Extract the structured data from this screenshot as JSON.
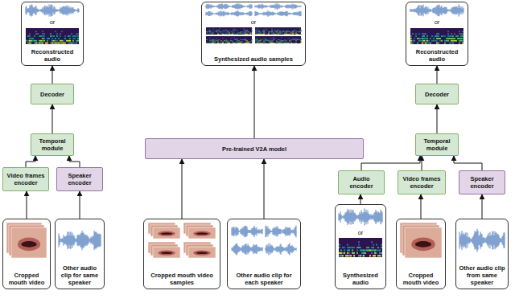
{
  "diagram": {
    "nodes": [
      {
        "text": [
          "or",
          "Reconstructed audio"
        ]
      },
      {
        "text": [
          "Decoder"
        ]
      },
      {
        "text": [
          "Temporal module"
        ]
      },
      {
        "text": [
          "Video frames encoder"
        ]
      },
      {
        "text": [
          "Speaker encoder"
        ]
      },
      {
        "text": [
          "Cropped mouth video"
        ]
      },
      {
        "text": [
          "Other audio clip for same speaker"
        ]
      },
      {
        "text": [
          "or",
          "Synthesized audio samples"
        ]
      },
      {
        "text": [
          "Pre-trained V2A model"
        ]
      },
      {
        "text": [
          "Cropped mouth video samples"
        ]
      },
      {
        "text": [
          "Other audio clip for each speaker"
        ]
      },
      {
        "text": [
          "or",
          "Reconstructed audio"
        ]
      },
      {
        "text": [
          "Decoder"
        ]
      },
      {
        "text": [
          "Temporal module"
        ]
      },
      {
        "text": [
          "Audio encoder"
        ]
      },
      {
        "text": [
          "Video frames encoder"
        ]
      },
      {
        "text": [
          "Speaker encoder"
        ]
      },
      {
        "text": [
          "or",
          "Synthesized audio"
        ]
      },
      {
        "text": [
          "Cropped mouth video"
        ]
      },
      {
        "text": [
          "Other audio clip from same speaker"
        ]
      }
    ],
    "edges": [
      {
        "from": 5,
        "to": 3,
        "arrow": "to"
      },
      {
        "from": 6,
        "to": 4,
        "arrow": "to"
      },
      {
        "from": 3,
        "to": 2,
        "arrow": "to"
      },
      {
        "from": 4,
        "to": 2,
        "arrow": "to"
      },
      {
        "from": 2,
        "to": 1,
        "arrow": "to"
      },
      {
        "from": 1,
        "to": 0,
        "arrow": "to"
      },
      {
        "from": 9,
        "to": 8,
        "arrow": "to"
      },
      {
        "from": 10,
        "to": 8,
        "arrow": "to"
      },
      {
        "from": 8,
        "to": 7,
        "arrow": "to"
      },
      {
        "from": 17,
        "to": 14,
        "arrow": "to"
      },
      {
        "from": 18,
        "to": 15,
        "arrow": "to"
      },
      {
        "from": 19,
        "to": 16,
        "arrow": "to"
      },
      {
        "from": 14,
        "to": 13,
        "arrow": "to"
      },
      {
        "from": 15,
        "to": 13,
        "arrow": "to"
      },
      {
        "from": 16,
        "to": 13,
        "arrow": "to"
      },
      {
        "from": 13,
        "to": 12,
        "arrow": "to"
      },
      {
        "from": 12,
        "to": 11,
        "arrow": "to"
      }
    ]
  }
}
